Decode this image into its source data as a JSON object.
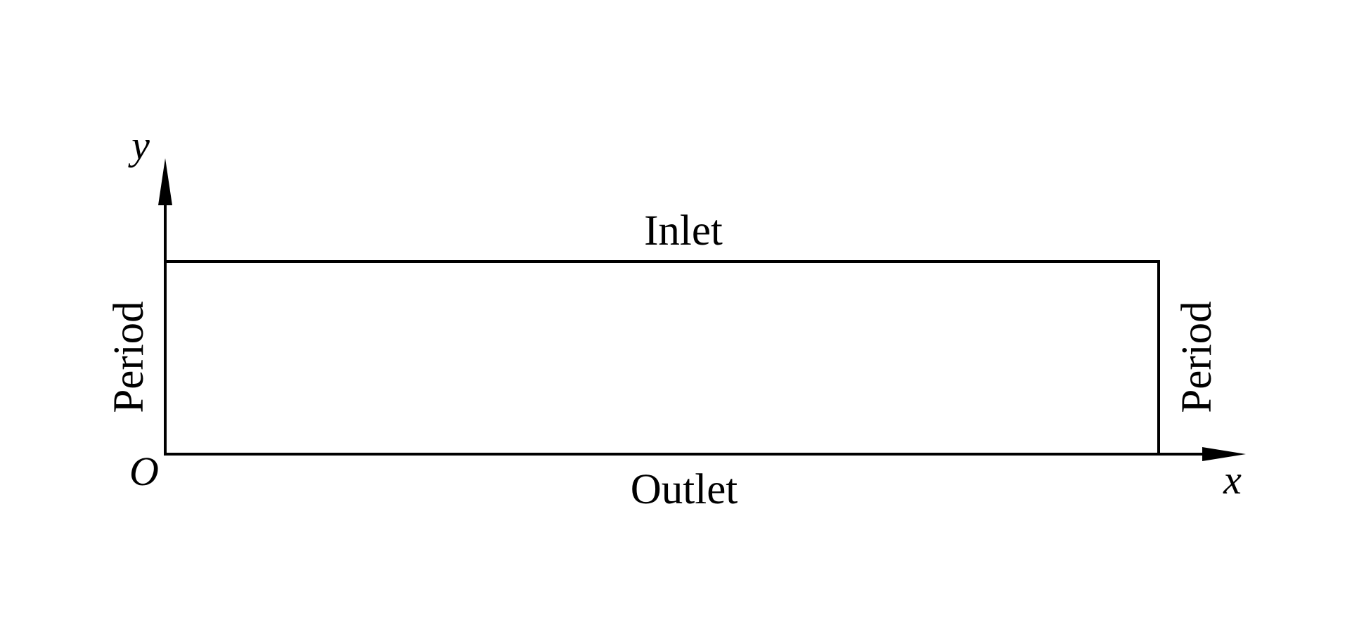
{
  "labels": {
    "top_boundary": "Inlet",
    "bottom_boundary": "Outlet",
    "left_boundary": "Period",
    "right_boundary": "Period",
    "origin": "O",
    "x_axis": "x",
    "y_axis": "y"
  },
  "colors": {
    "line": "#000000",
    "background": "#ffffff"
  }
}
